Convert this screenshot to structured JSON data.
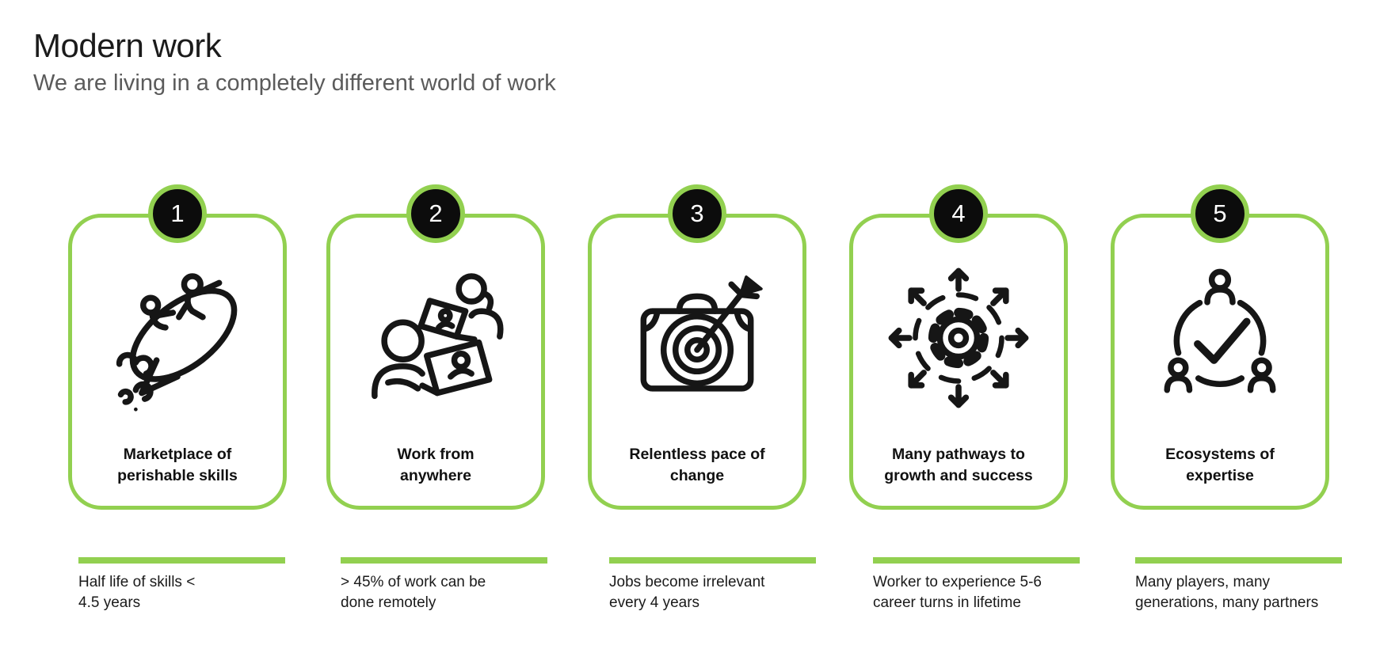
{
  "slide": {
    "title": "Modern work",
    "subtitle": "We are living in a completely different world of work"
  },
  "colors": {
    "accent_green": "#92D050",
    "badge_black": "#0c0c0c",
    "subtitle_gray": "#5b5b5b",
    "text_black": "#1a1a1a"
  },
  "cards": [
    {
      "number": "1",
      "icon": "rocket-riders-icon",
      "label_line1": "Marketplace of",
      "label_line2": "perishable skills",
      "note_line1": "Half life of skills <",
      "note_line2": "4.5 years"
    },
    {
      "number": "2",
      "icon": "remote-work-laptops-icon",
      "label_line1": "Work from",
      "label_line2": "anywhere",
      "note_line1": "> 45% of work can be",
      "note_line2": "done remotely"
    },
    {
      "number": "3",
      "icon": "briefcase-target-arrow-icon",
      "label_line1": "Relentless pace of",
      "label_line2": "change",
      "note_line1": "Jobs become irrelevant",
      "note_line2": "every 4 years"
    },
    {
      "number": "4",
      "icon": "gear-arrows-icon",
      "label_line1": "Many pathways to",
      "label_line2": "growth and success",
      "note_line1": "Worker to experience 5-6",
      "note_line2": "career turns in lifetime"
    },
    {
      "number": "5",
      "icon": "ecosystem-people-check-icon",
      "label_line1": "Ecosystems of",
      "label_line2": "expertise",
      "note_line1": "Many players, many",
      "note_line2": "generations, many partners"
    }
  ]
}
